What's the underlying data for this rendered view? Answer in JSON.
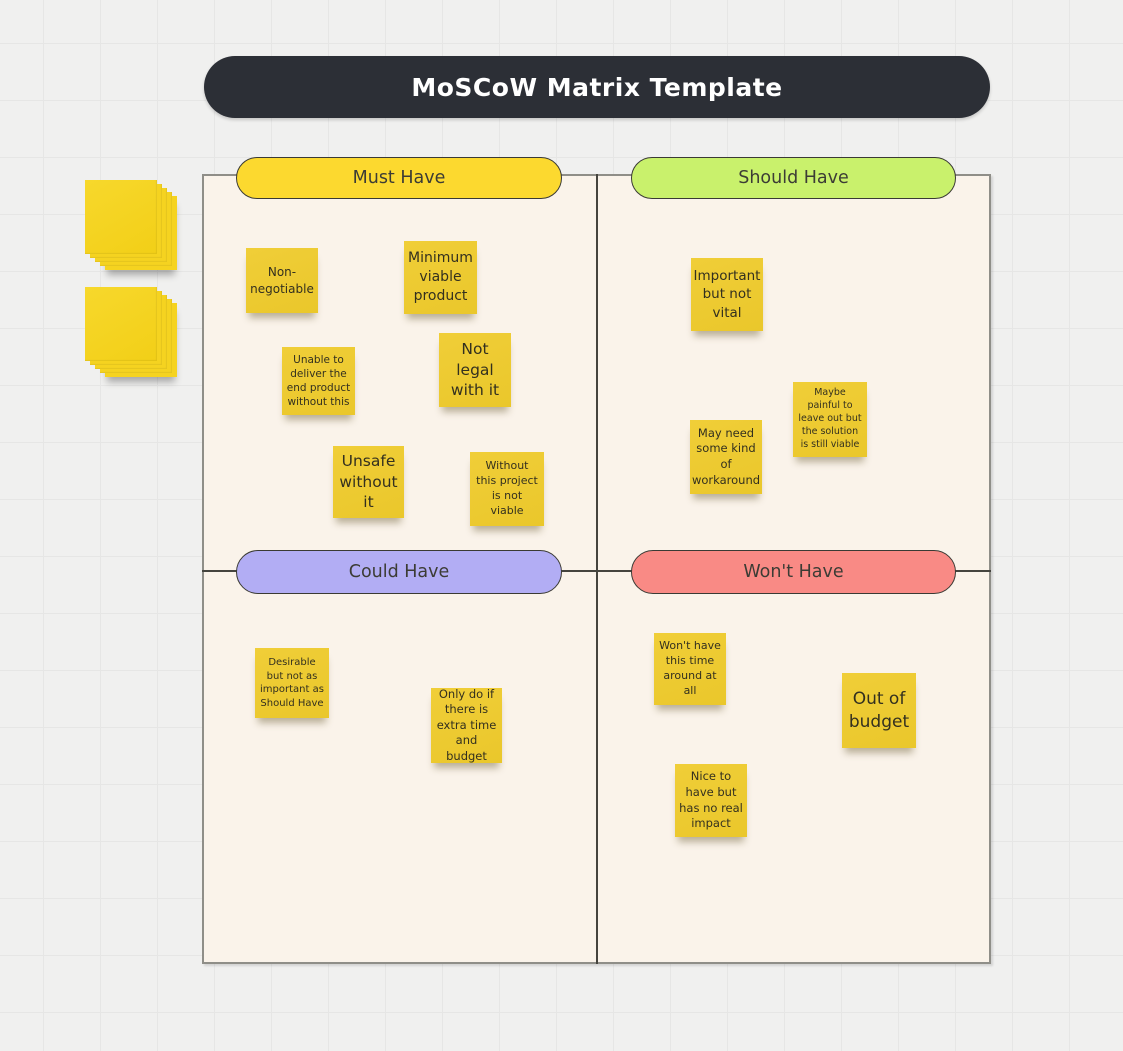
{
  "title": {
    "text": "MoSCoW Matrix Template"
  },
  "quadrants": {
    "must": {
      "label": "Must Have",
      "color": "#fcd92f"
    },
    "should": {
      "label": "Should Have",
      "color": "#c9f16c"
    },
    "could": {
      "label": "Could Have",
      "color": "#b2adf4"
    },
    "wont": {
      "label": "Won't Have",
      "color": "#f98a85"
    }
  },
  "notes": {
    "m1": {
      "quadrant": "Must Have",
      "text": "Non-negotiable"
    },
    "m2": {
      "quadrant": "Must Have",
      "text": "Minimum viable product"
    },
    "m3": {
      "quadrant": "Must Have",
      "text": "Unable to deliver the end product without this"
    },
    "m4": {
      "quadrant": "Must Have",
      "text": "Not legal with it"
    },
    "m5": {
      "quadrant": "Must Have",
      "text": "Unsafe without it"
    },
    "m6": {
      "quadrant": "Must Have",
      "text": "Without this project is not viable"
    },
    "s1": {
      "quadrant": "Should Have",
      "text": "Important but not vital"
    },
    "s2": {
      "quadrant": "Should Have",
      "text": "Maybe painful to leave out but the solution is still viable"
    },
    "s3": {
      "quadrant": "Should Have",
      "text": "May need some kind of workaround"
    },
    "c1": {
      "quadrant": "Could Have",
      "text": "Desirable but not as important as Should Have"
    },
    "c2": {
      "quadrant": "Could Have",
      "text": "Only do if there is extra time and budget"
    },
    "w1": {
      "quadrant": "Won't Have",
      "text": "Won't have this time around at all"
    },
    "w2": {
      "quadrant": "Won't Have",
      "text": "Out of budget"
    },
    "w3": {
      "quadrant": "Won't Have",
      "text": "Nice to have but has no real impact"
    }
  },
  "colors": {
    "canvas_background": "#f0f0ef",
    "grid_line": "#e6e6e5",
    "board_background": "#faf3ea",
    "title_background": "#2c2f36",
    "title_text": "#ffffff",
    "sticky_note": "#edc931",
    "sticky_stack": "#f5d320",
    "divider": "#45443e"
  }
}
